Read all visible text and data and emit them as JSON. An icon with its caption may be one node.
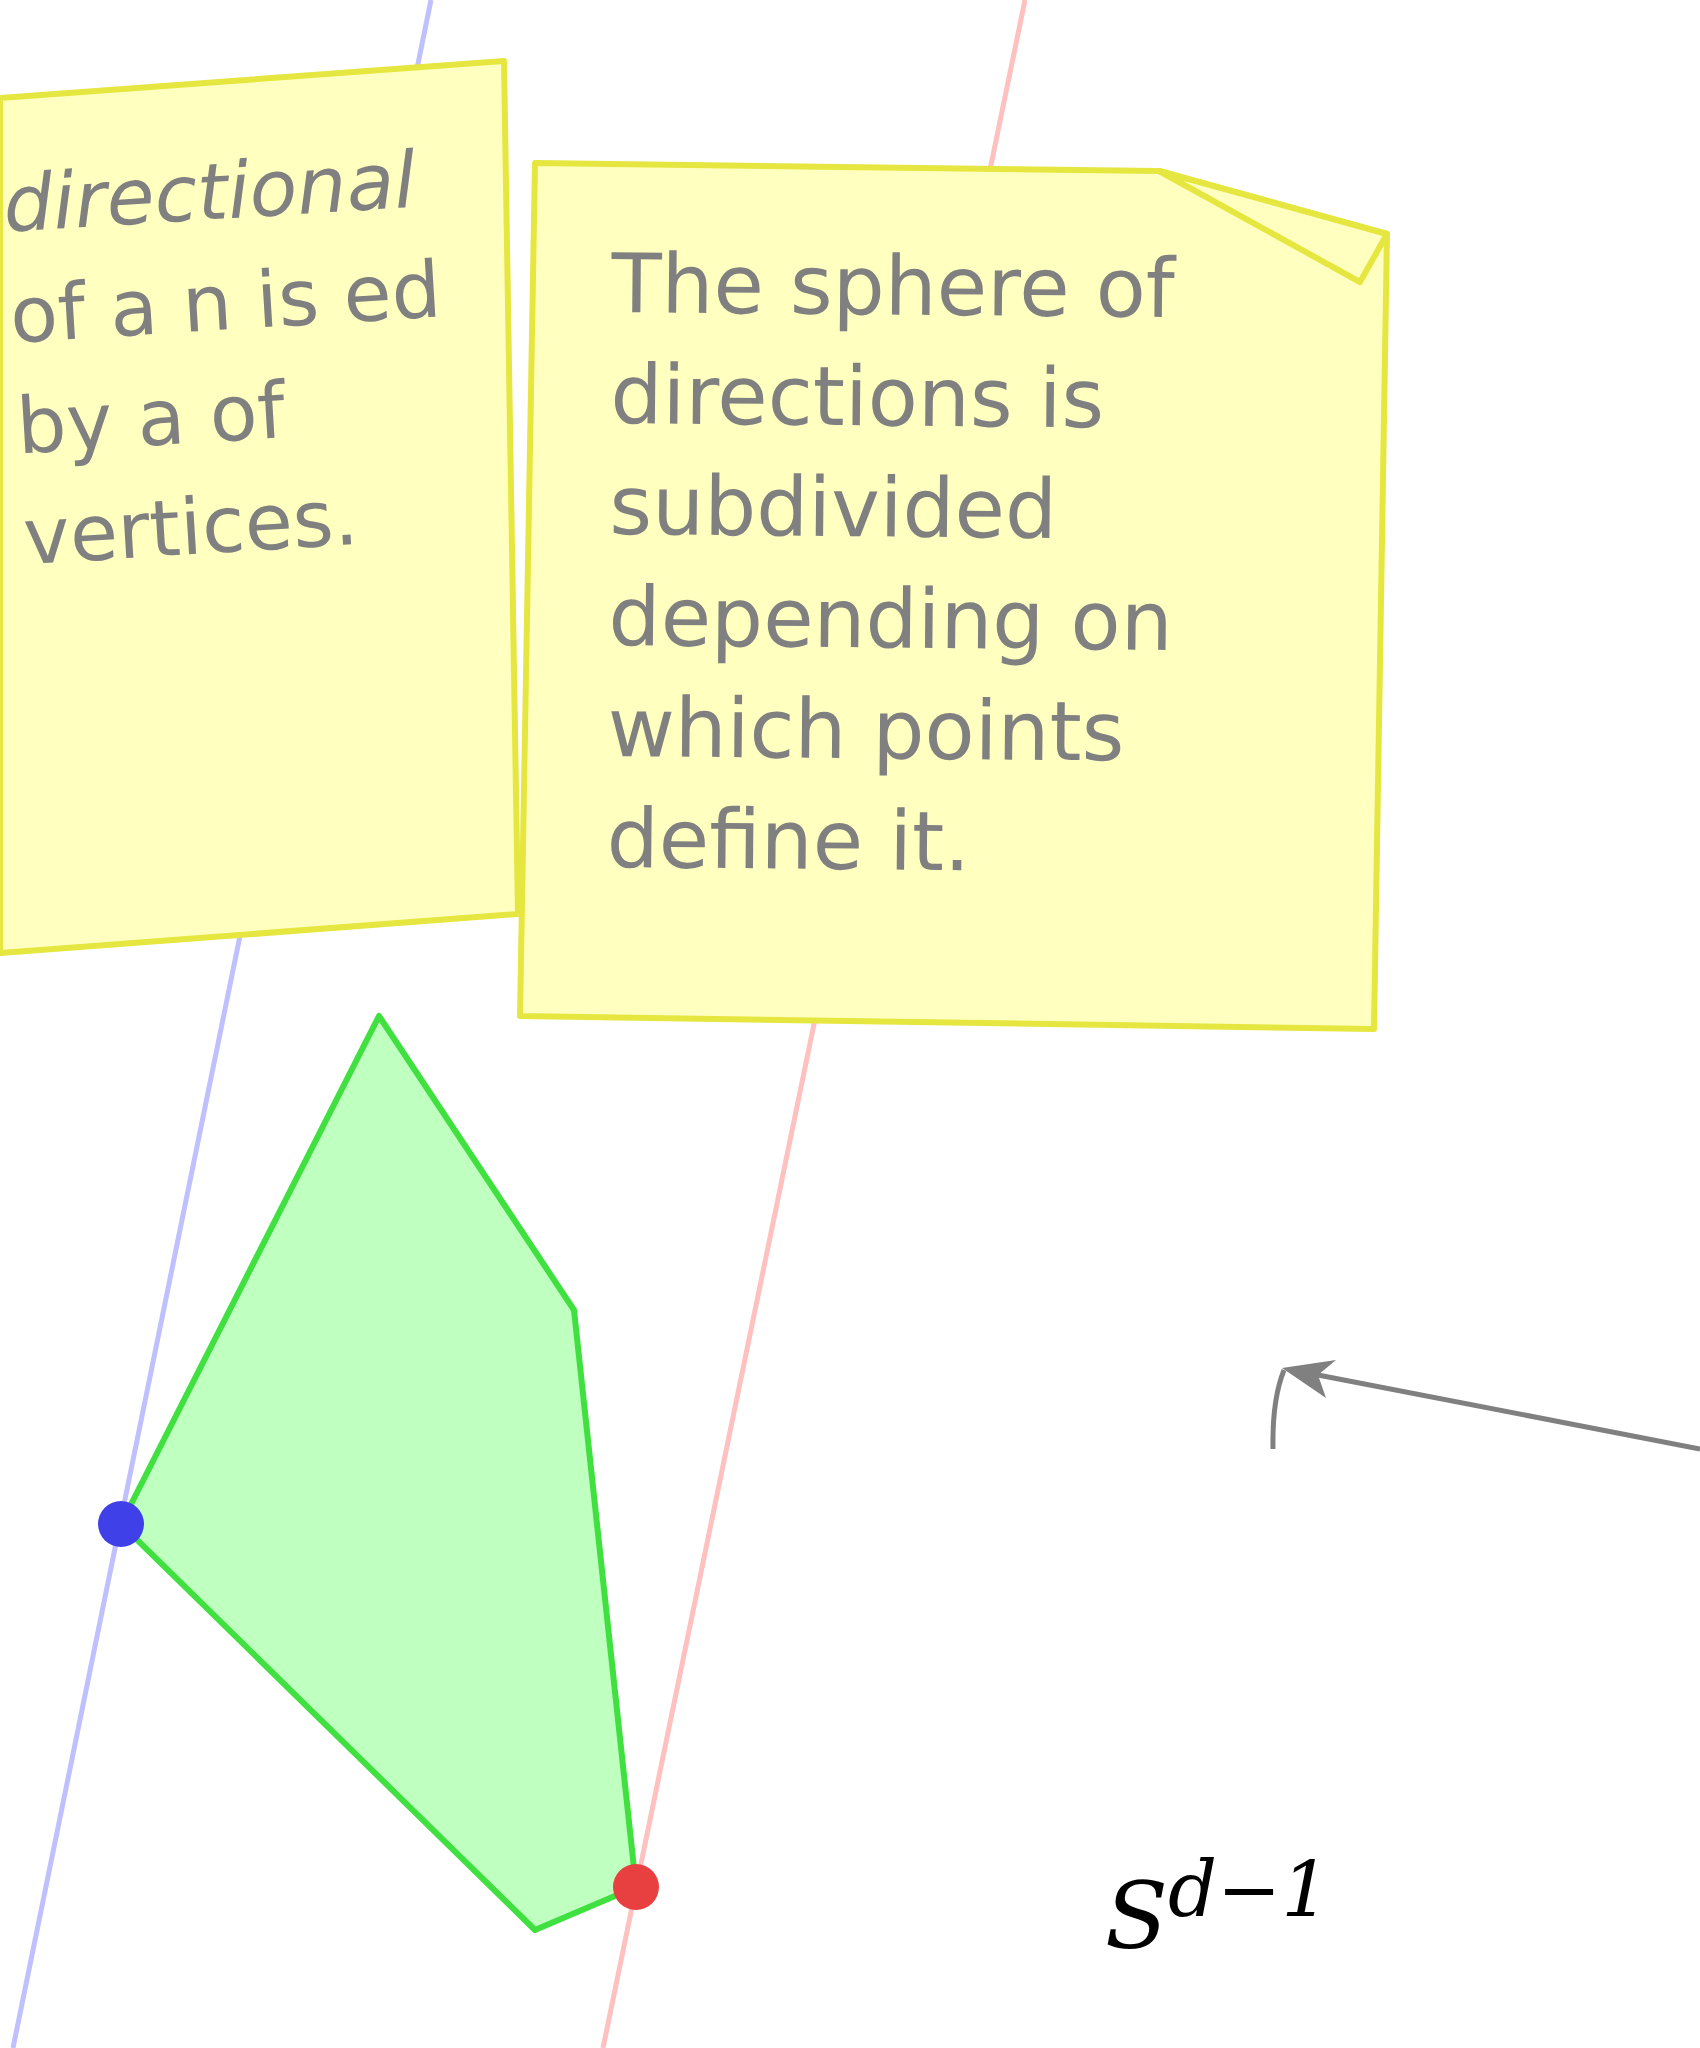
{
  "diagram": {
    "nodes": [
      {
        "text": [
          "*directional* of a n is ed by a of vertices."
        ]
      },
      {
        "text": [
          "The sphere of directions is subdivided depending on which points define it."
        ]
      }
    ],
    "labels": [
      "S$^{d−1}$"
    ]
  }
}
